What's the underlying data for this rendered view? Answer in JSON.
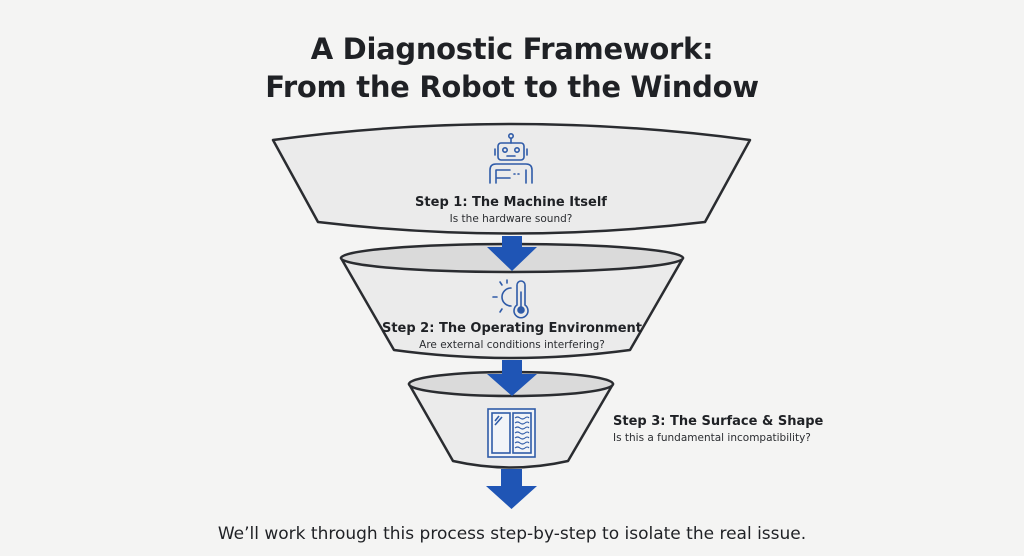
{
  "title": {
    "line1": "A Diagnostic Framework:",
    "line2": "From the Robot to the Window"
  },
  "colors": {
    "accent": "#1f55b5",
    "funnel_fill": "#ebebeb",
    "funnel_rim": "#d9d9d9",
    "outline": "#2a2c30",
    "background": "#f4f4f3"
  },
  "steps": [
    {
      "title": "Step 1: The Machine Itself",
      "subtitle": "Is the hardware sound?",
      "icon": "robot-icon"
    },
    {
      "title": "Step 2: The Operating Environment",
      "subtitle": "Are external conditions interfering?",
      "icon": "sun-thermometer-icon"
    },
    {
      "title": "Step 3: The Surface & Shape",
      "subtitle": "Is this a fundamental incompatibility?",
      "icon": "window-icon"
    }
  ],
  "footer": "We’ll work through this process step-by-step to isolate the real issue."
}
